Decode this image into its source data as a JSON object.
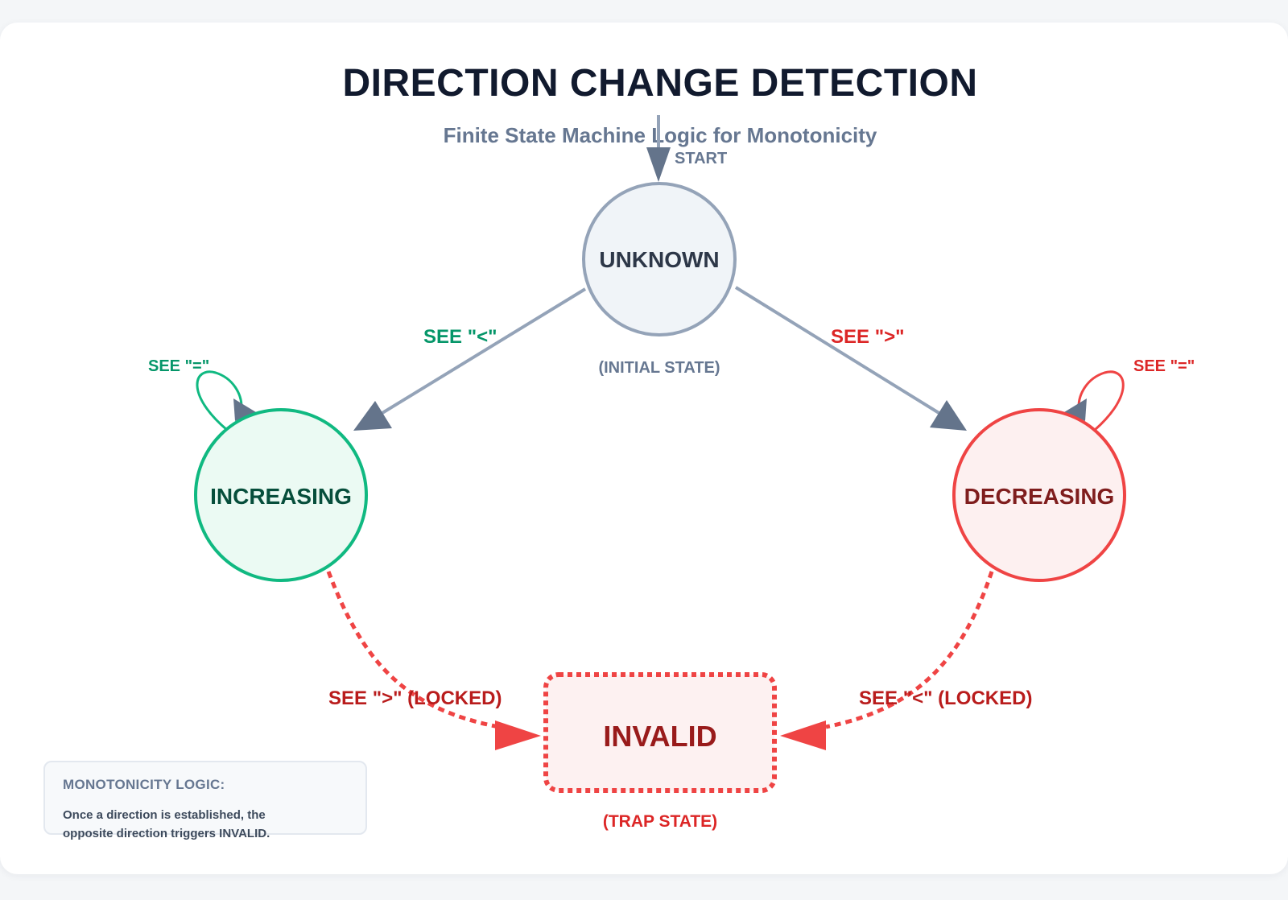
{
  "header": {
    "title": "DIRECTION CHANGE DETECTION",
    "subtitle": "Finite State Machine Logic for Monotonicity"
  },
  "states": {
    "unknown": {
      "label": "UNKNOWN",
      "note": "(INITIAL STATE)"
    },
    "increasing": {
      "label": "INCREASING"
    },
    "decreasing": {
      "label": "DECREASING"
    },
    "invalid": {
      "label": "INVALID",
      "note": "(TRAP STATE)"
    }
  },
  "transitions": {
    "start": "START",
    "to_increasing": "SEE \"<\"",
    "to_decreasing": "SEE \">\"",
    "increasing_self": "SEE \"=\"",
    "decreasing_self": "SEE \"=\"",
    "increasing_to_invalid": "SEE \">\" (LOCKED)",
    "decreasing_to_invalid": "SEE \"<\" (LOCKED)"
  },
  "legend": {
    "title": "MONOTONICITY LOGIC:",
    "body": "Once a direction is established, the\nopposite direction triggers INVALID."
  },
  "colors": {
    "neutral": "#94a3b8",
    "arrow_neutral": "#64748b",
    "green": "#10b981",
    "green_text": "#064e3b",
    "red": "#ef4444",
    "red_text": "#991b1b",
    "dark": "#1e293b"
  }
}
